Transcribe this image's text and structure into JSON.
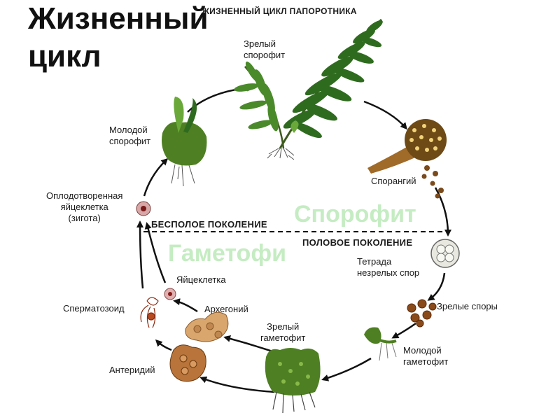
{
  "slide_title": "Жизненный цикл",
  "diagram_title": "ЖИЗНЕННЫЙ ЦИКЛ ПАПОРОТНИКА",
  "stages": {
    "mature_sporophyte": "Зрелый\nспорофит",
    "sporangium": "Спорангий",
    "tetrad": "Тетрада\nнезрелых спор",
    "mature_spores": "Зрелые споры",
    "young_gametophyte": "Молодой\nгаметофит",
    "mature_gametophyte": "Зрелый\nгаметофит",
    "antheridium": "Антеридий",
    "archegonium": "Архегоний",
    "spermatozoid": "Сперматозоид",
    "egg": "Яйцеклетка",
    "zygote": "Оплодотворенная\nяйцеклетка\n(зигота)",
    "young_sporophyte": "Молодой\nспорофит"
  },
  "generations": {
    "asexual": "БЕСПОЛОЕ ПОКОЛЕНИЕ",
    "sexual": "ПОЛОВОЕ ПОКОЛЕНИЕ"
  },
  "overlay": {
    "sporophyte": "Спорофит",
    "gametophyte": "Гаметофи"
  },
  "colors": {
    "leaf_dark": "#2f6b1f",
    "leaf_light": "#6aa83a",
    "gametophyte_green": "#4e7f22",
    "sporangium_brown": "#8a5a1e",
    "spore_brown": "#7a4a1a",
    "overlay_green": "#c5ecc2"
  }
}
